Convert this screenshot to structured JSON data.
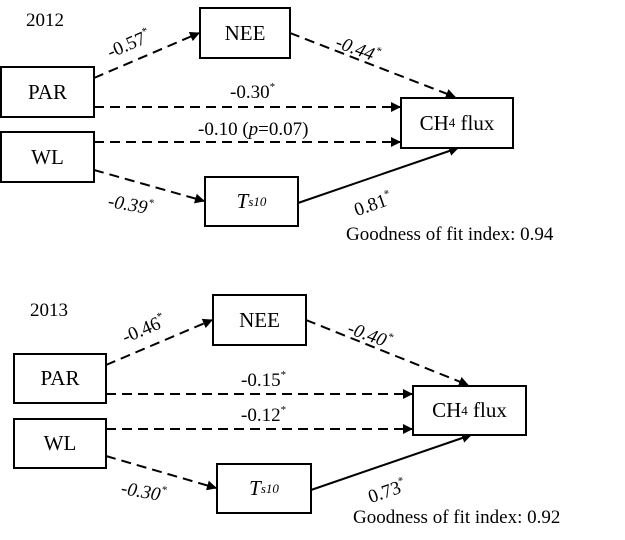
{
  "panels": [
    {
      "year": "2012",
      "nodes": {
        "par": "PAR",
        "wl": "WL",
        "nee": "NEE",
        "ch4_main": "CH",
        "ch4_sub": "4",
        "ch4_rest": " flux",
        "ts_main": "T",
        "ts_sub": "s10"
      },
      "paths": [
        {
          "from": "PAR",
          "to": "NEE",
          "coef": "-0.57",
          "sig": "*",
          "style": "dashed"
        },
        {
          "from": "NEE",
          "to": "CH4 flux",
          "coef": "-0.44",
          "sig": "*",
          "style": "dashed"
        },
        {
          "from": "PAR",
          "to": "CH4 flux",
          "coef": "-0.30",
          "sig": "*",
          "style": "dashed"
        },
        {
          "from": "WL",
          "to": "CH4 flux",
          "coef": "-0.10",
          "note_pre": " (",
          "note_p": "p",
          "note_post": "=0.07)",
          "sig": "",
          "style": "dashed"
        },
        {
          "from": "WL",
          "to": "Ts10",
          "coef": "-0.39",
          "sig": "*",
          "style": "dashed"
        },
        {
          "from": "Ts10",
          "to": "CH4 flux",
          "coef": "0.81",
          "sig": "*",
          "style": "solid"
        }
      ],
      "goodness_of_fit": "Goodness of fit index: 0.94"
    },
    {
      "year": "2013",
      "nodes": {
        "par": "PAR",
        "wl": "WL",
        "nee": "NEE",
        "ch4_main": "CH",
        "ch4_sub": "4",
        "ch4_rest": " flux",
        "ts_main": "T",
        "ts_sub": "s10"
      },
      "paths": [
        {
          "from": "PAR",
          "to": "NEE",
          "coef": "-0.46",
          "sig": "*",
          "style": "dashed"
        },
        {
          "from": "NEE",
          "to": "CH4 flux",
          "coef": "-0.40",
          "sig": "*",
          "style": "dashed"
        },
        {
          "from": "PAR",
          "to": "CH4 flux",
          "coef": "-0.15",
          "sig": "*",
          "style": "dashed"
        },
        {
          "from": "WL",
          "to": "CH4 flux",
          "coef": "-0.12",
          "sig": "*",
          "style": "dashed"
        },
        {
          "from": "WL",
          "to": "Ts10",
          "coef": "-0.30",
          "sig": "*",
          "style": "dashed"
        },
        {
          "from": "Ts10",
          "to": "CH4 flux",
          "coef": "0.73",
          "sig": "*",
          "style": "solid"
        }
      ],
      "goodness_of_fit": "Goodness of fit index: 0.92"
    }
  ]
}
